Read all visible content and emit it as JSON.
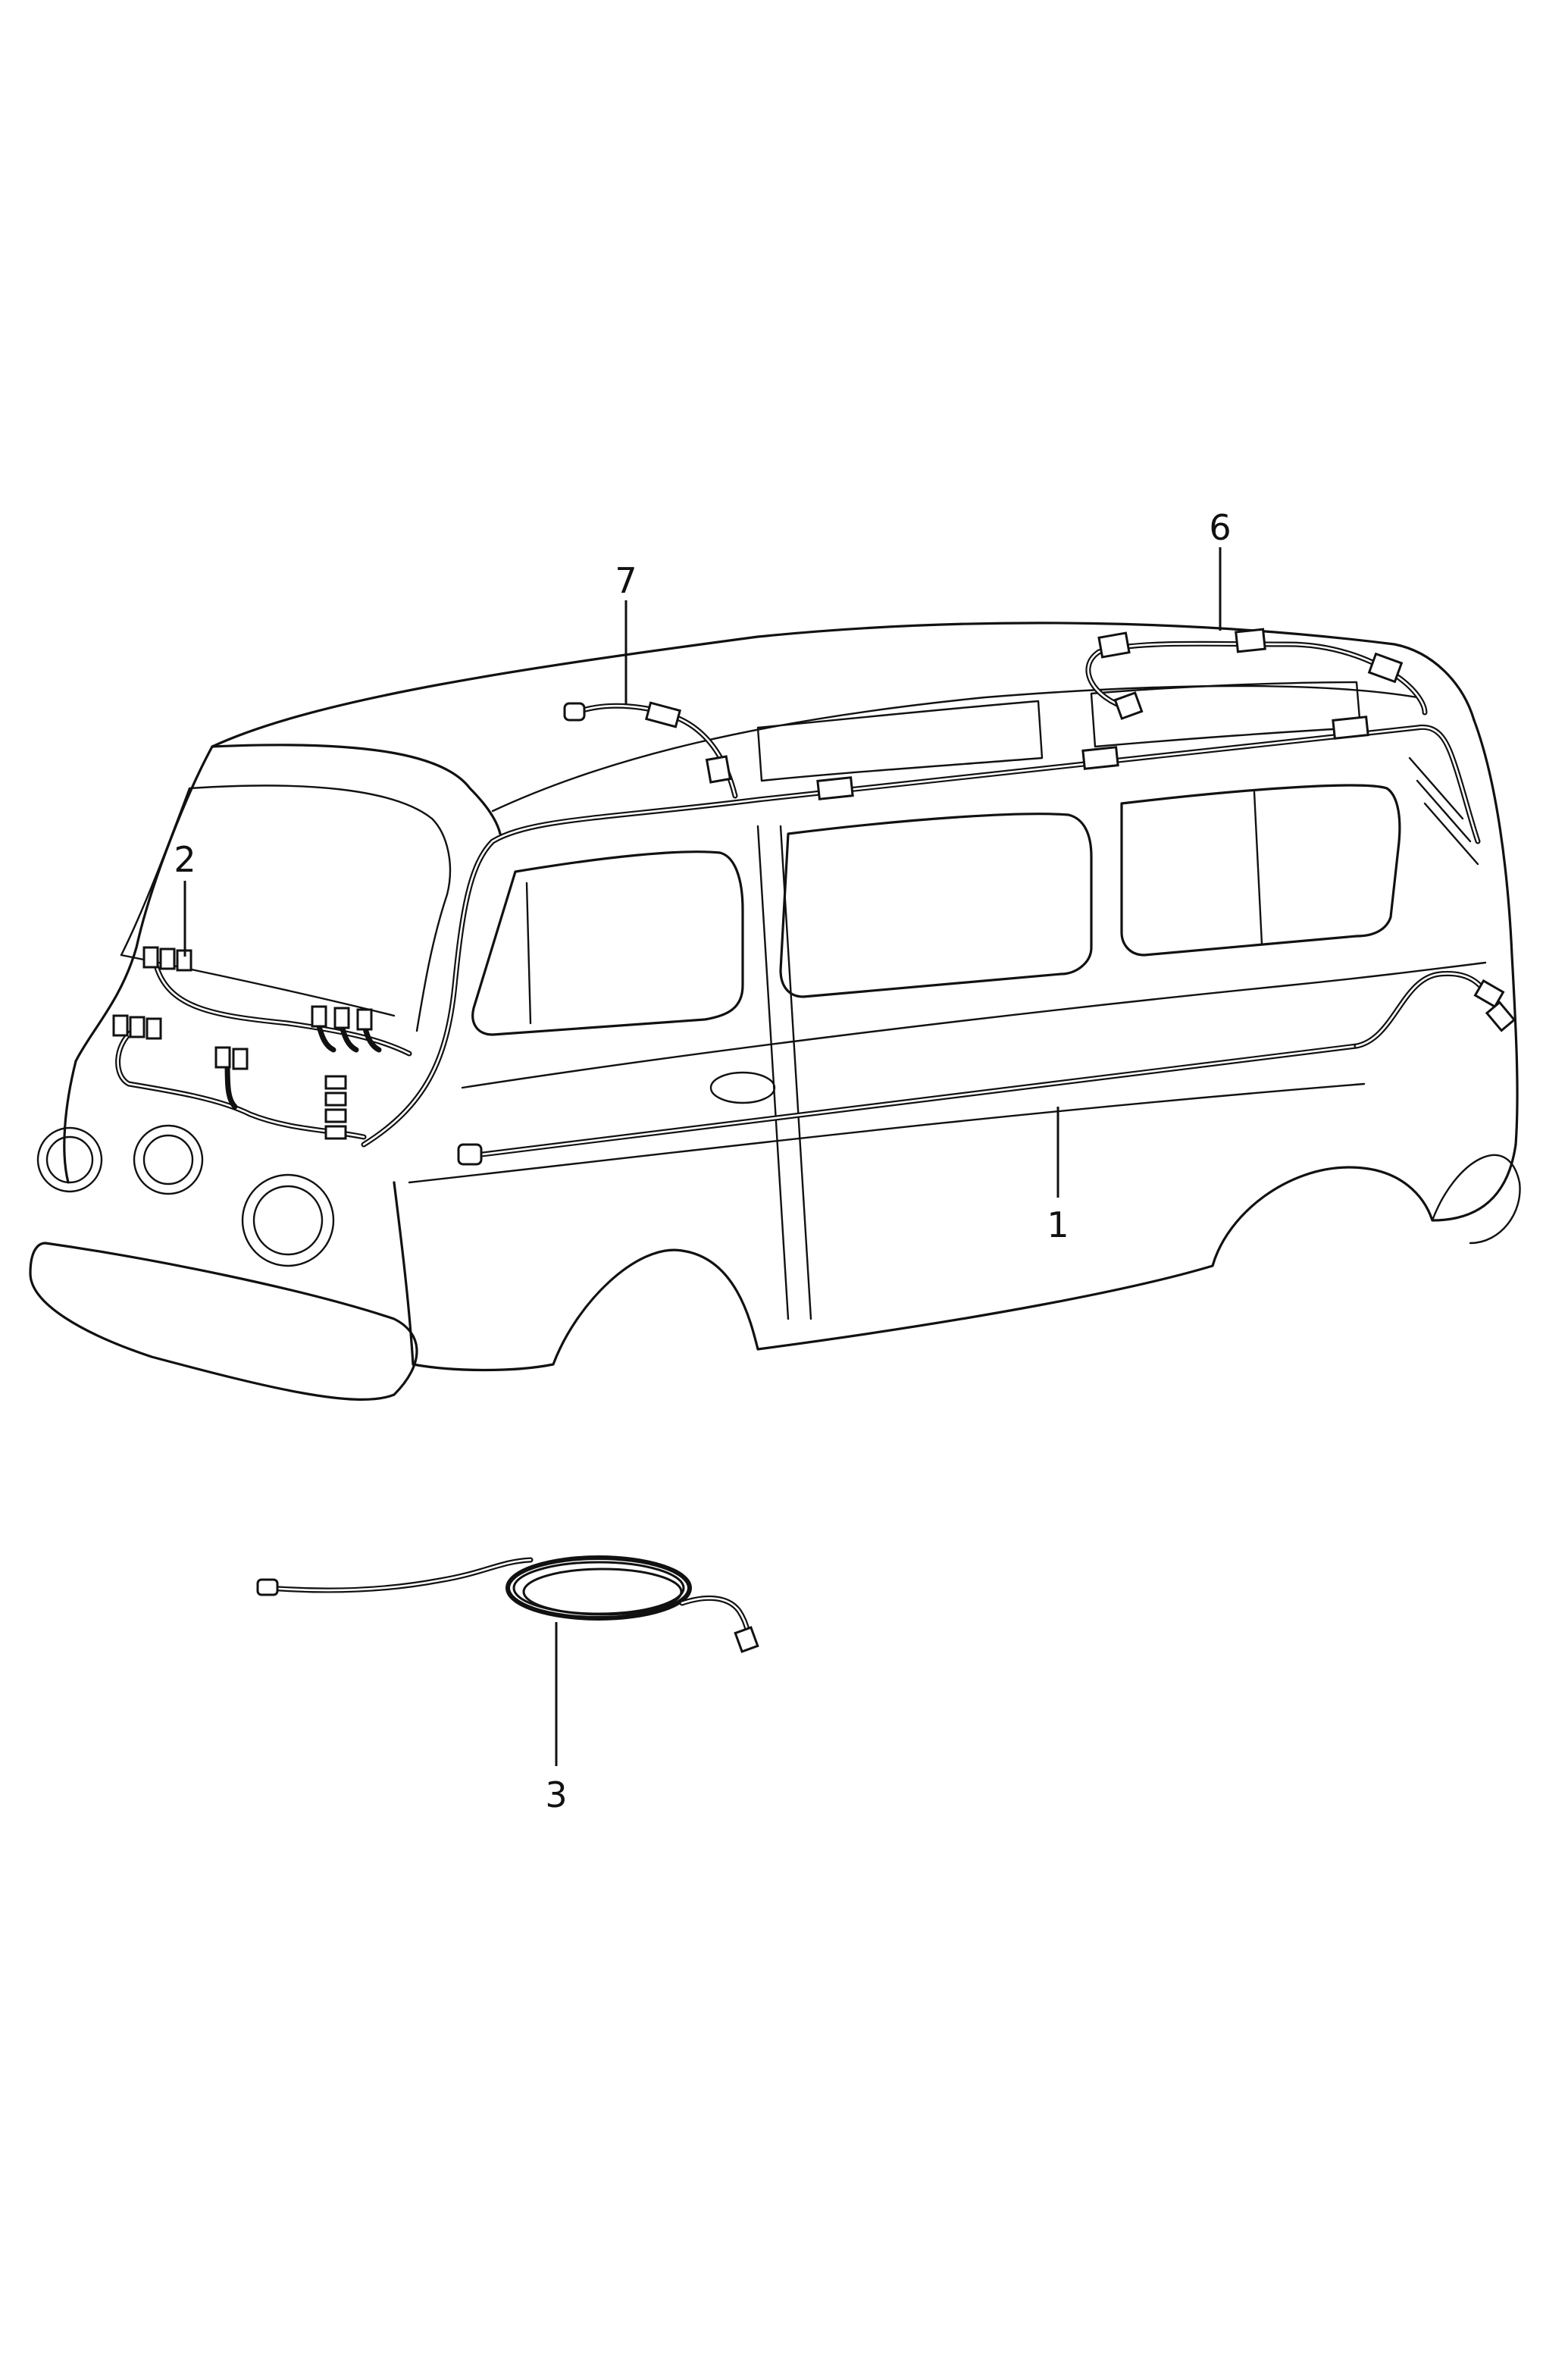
{
  "callouts": {
    "c1": "1",
    "c2": "2",
    "c3": "3",
    "c6": "6",
    "c7": "7"
  },
  "colors": {
    "line": "#111111",
    "background": "#ffffff"
  }
}
